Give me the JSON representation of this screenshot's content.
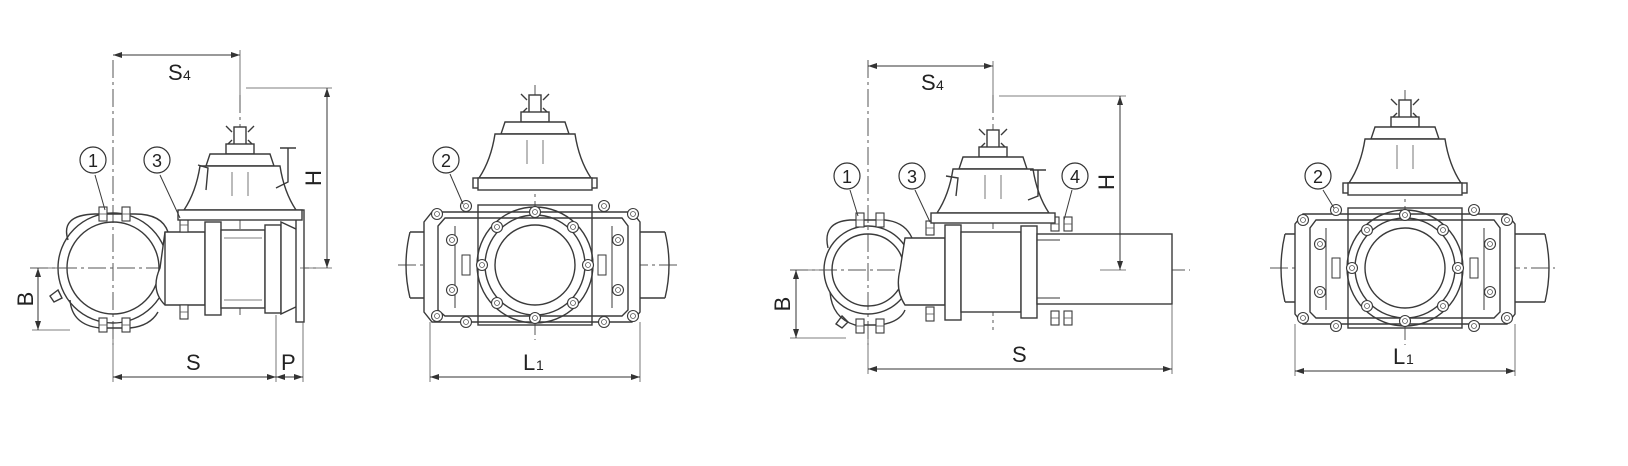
{
  "views": [
    {
      "id": "fig1-side",
      "dims": {
        "s4": {
          "main": "S",
          "sub": "4"
        },
        "h": "H",
        "b": "B",
        "s": "S",
        "p": "P"
      },
      "callouts": [
        "1",
        "3"
      ]
    },
    {
      "id": "fig1-front",
      "dims": {
        "l1": {
          "main": "L",
          "sub": "1"
        }
      },
      "callouts": [
        "2"
      ]
    },
    {
      "id": "fig2-side",
      "dims": {
        "s4": {
          "main": "S",
          "sub": "4"
        },
        "h": "H",
        "b": "B",
        "s": "S"
      },
      "callouts": [
        "1",
        "3",
        "4"
      ]
    },
    {
      "id": "fig2-front",
      "dims": {
        "l1": {
          "main": "L",
          "sub": "1"
        }
      },
      "callouts": [
        "2"
      ]
    }
  ]
}
